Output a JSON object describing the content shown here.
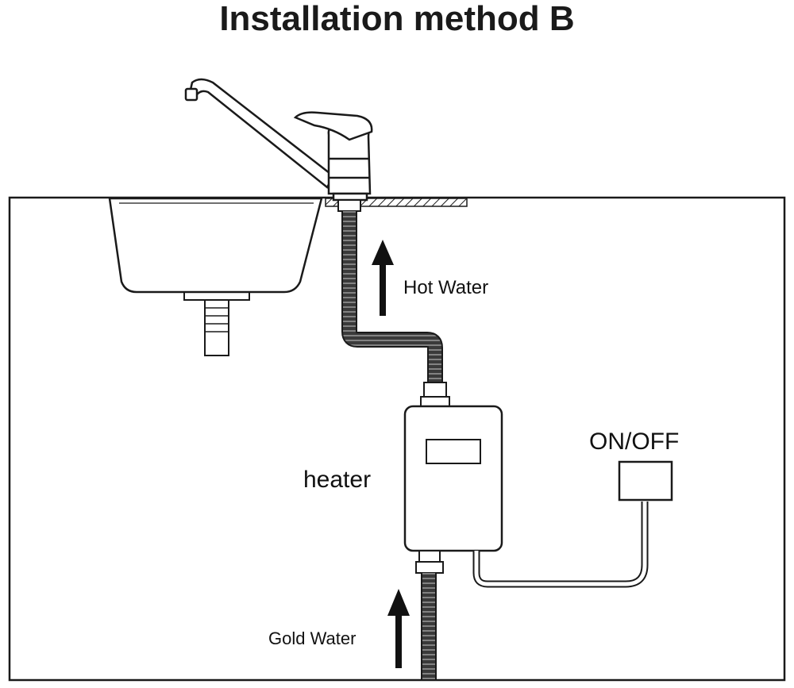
{
  "title": "Installation method B",
  "labels": {
    "hot_water": "Hot Water",
    "cold_water": "Gold Water",
    "heater": "heater",
    "switch": "ON/OFF"
  },
  "colors": {
    "line": "#1a1a1a",
    "hose": "#2a2a2a",
    "background": "#ffffff"
  }
}
